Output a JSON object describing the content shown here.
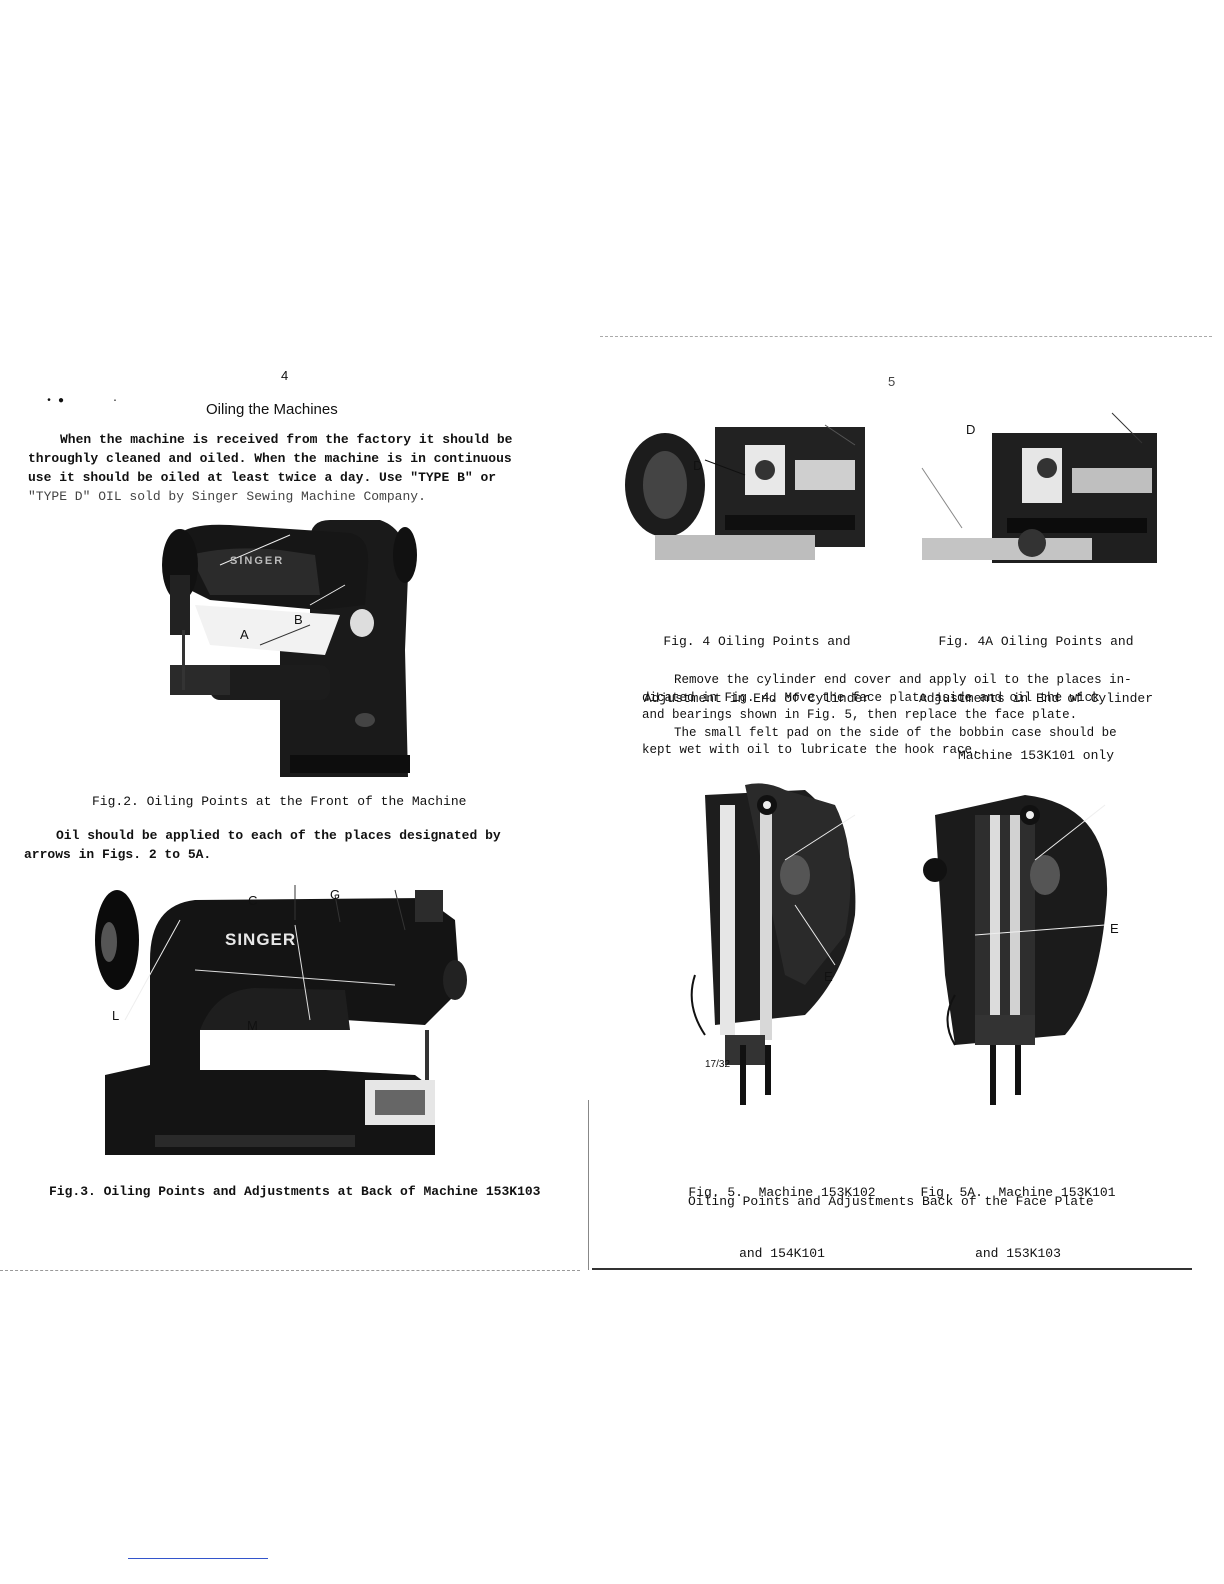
{
  "left_page": {
    "page_number": "4",
    "heading": "Oiling the Machines",
    "intro_lines": [
      "When the machine is received from the factory it should be",
      "throughly cleaned and oiled. When the machine is in continuous",
      "use it should be oiled at least twice a day. Use \"TYPE B\" or",
      "\"TYPE D\" OIL sold by Singer Sewing Machine Company."
    ],
    "fig2_caption": "Fig.2. Oiling Points at the Front of the Machine",
    "fig2_labels": {
      "a": "A",
      "b": "B"
    },
    "oil_lines": [
      "Oil should be applied to each of the places designated by",
      "arrows in Figs. 2 to 5A."
    ],
    "fig3_caption": "Fig.3. Oiling Points and Adjustments at Back of Machine 153K103",
    "fig3_labels": {
      "c": "C",
      "g": "G",
      "l": "L",
      "m": "M",
      "brand": "SINGER"
    }
  },
  "right_page": {
    "page_number": "5",
    "fig4_caption": [
      "Fig. 4 Oiling Points and",
      "Adjustment in End of Cylinder"
    ],
    "fig4_label_d": "D",
    "fig4a_caption": [
      "Fig. 4A Oiling Points and",
      "Adjustments in End of Cylinder",
      "Machine 153K101 only"
    ],
    "fig4a_label_d": "D",
    "body_lines": [
      "Remove the cylinder end cover and apply oil to the places in-",
      "dicated in Fig. 4. Move the face plate aside and oil the wick",
      "and bearings shown in Fig. 5, then replace the face plate.",
      "The small felt pad on the side of the bobbin case should be",
      "kept wet with oil to lubricate the hook race."
    ],
    "fig5_label_e": "E",
    "fig5_scale": "17/32",
    "fig5a_label_e": "E",
    "fig5_caption": [
      "Fig. 5.  Machine 153K102",
      "and 154K101"
    ],
    "fig5a_caption": [
      "Fig. 5A.  Machine 153K101",
      "and 153K103"
    ],
    "shared_caption": "Oiling Points and Adjustments Back of the Face Plate"
  }
}
